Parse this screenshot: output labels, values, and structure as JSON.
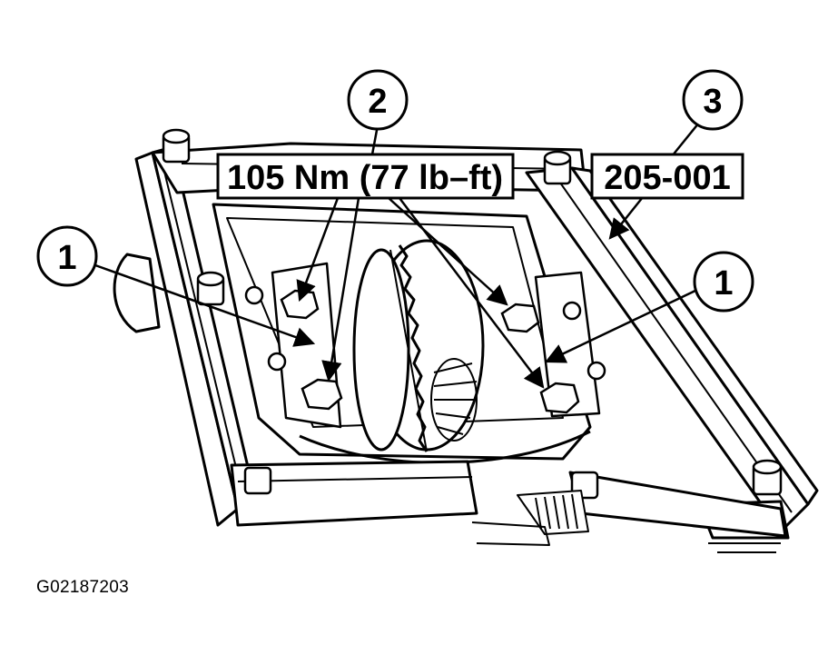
{
  "callouts": {
    "one_left": "1",
    "one_right": "1",
    "two": "2",
    "three": "3"
  },
  "labels": {
    "torque": "105 Nm (77 lb–ft)",
    "tool": "205-001"
  },
  "figure_id": "G02187203"
}
